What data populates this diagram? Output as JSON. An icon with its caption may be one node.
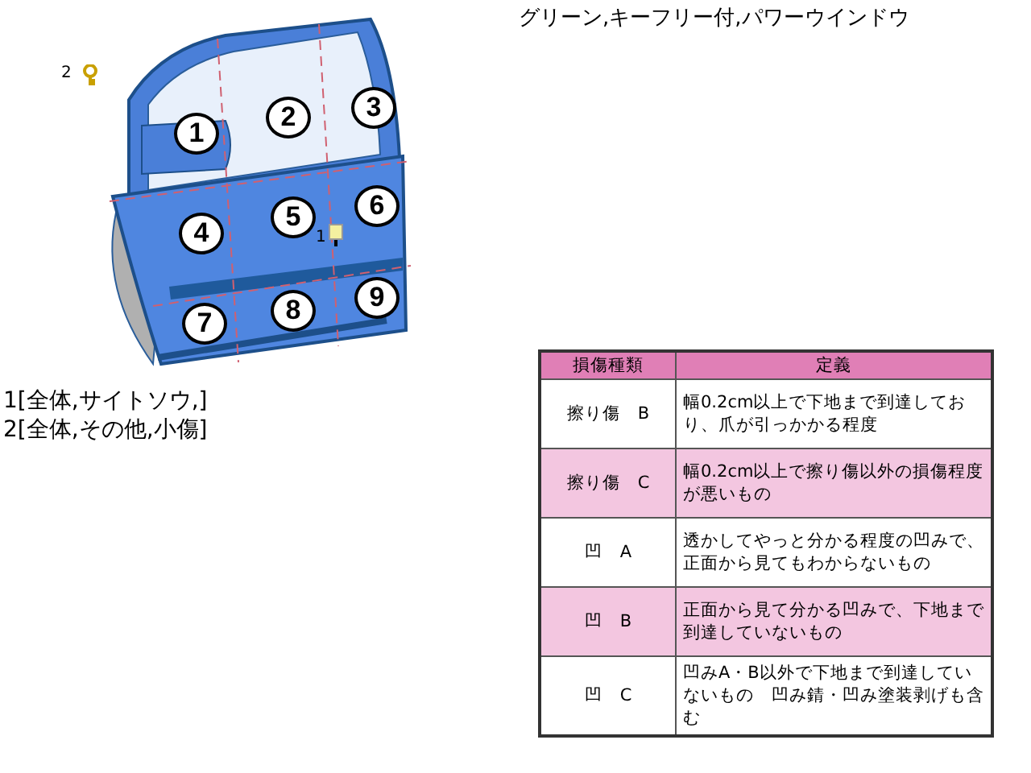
{
  "diagram": {
    "labels": [
      "グリーン,キーフリー付,パワーウインドウ",
      "2",
      "1",
      "2",
      "3",
      "4",
      "5",
      "6",
      "7",
      "8",
      "9",
      "1",
      "1[全体,サイトソウ,]",
      "2[全体,その他,小傷]",
      "損傷種類",
      "定義",
      "擦り傷　B",
      "幅0.2cm以上で下地まで到達しており、爪が引っかかる程度",
      "擦り傷　C",
      "幅0.2cm以上で擦り傷以外の損傷程度が悪いもの",
      "凹　A",
      "透かしてやっと分かる程度の凹みで、正面から見てもわからないもの",
      "凹　B",
      "正面から見て分かる凹みで、下地まで到達していないもの",
      "凹　C",
      "凹みA・B以外で下地まで到達していないもの　凹み錆・凹み塗装剥げも含む"
    ]
  }
}
